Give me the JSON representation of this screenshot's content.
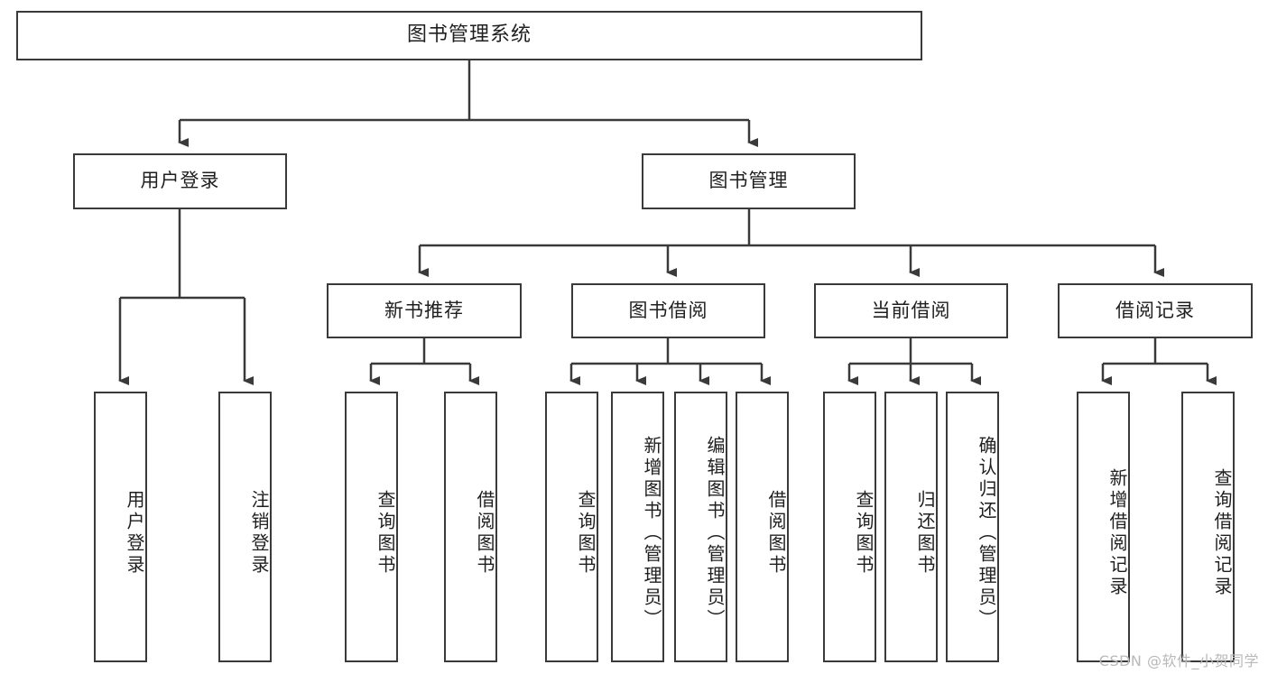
{
  "diagram": {
    "title": "图书管理系统",
    "type": "tree-hierarchy",
    "watermark": "CSDN @软件_小贺同学",
    "colors": {
      "border": "#3a3a3a",
      "background": "#ffffff",
      "text": "#1f1f1f",
      "watermark": "#b9b9b9"
    },
    "levels": {
      "root": {
        "label": "图书管理系统"
      },
      "level2": [
        {
          "label": "用户登录"
        },
        {
          "label": "图书管理"
        }
      ],
      "level3": [
        {
          "label": "新书推荐"
        },
        {
          "label": "图书借阅"
        },
        {
          "label": "当前借阅"
        },
        {
          "label": "借阅记录"
        }
      ],
      "leaves": {
        "user_login": [
          {
            "label": "用户登录"
          },
          {
            "label": "注销登录"
          }
        ],
        "new_book_recommend": [
          {
            "label": "查询图书"
          },
          {
            "label": "借阅图书"
          }
        ],
        "book_borrow": [
          {
            "label": "查询图书"
          },
          {
            "label": "新增图书（管理员）"
          },
          {
            "label": "编辑图书（管理员）"
          },
          {
            "label": "借阅图书"
          }
        ],
        "current_borrow": [
          {
            "label": "查询图书"
          },
          {
            "label": "归还图书"
          },
          {
            "label": "确认归还（管理员）"
          }
        ],
        "borrow_record": [
          {
            "label": "新增借阅记录"
          },
          {
            "label": "查询借阅记录"
          }
        ]
      }
    }
  }
}
